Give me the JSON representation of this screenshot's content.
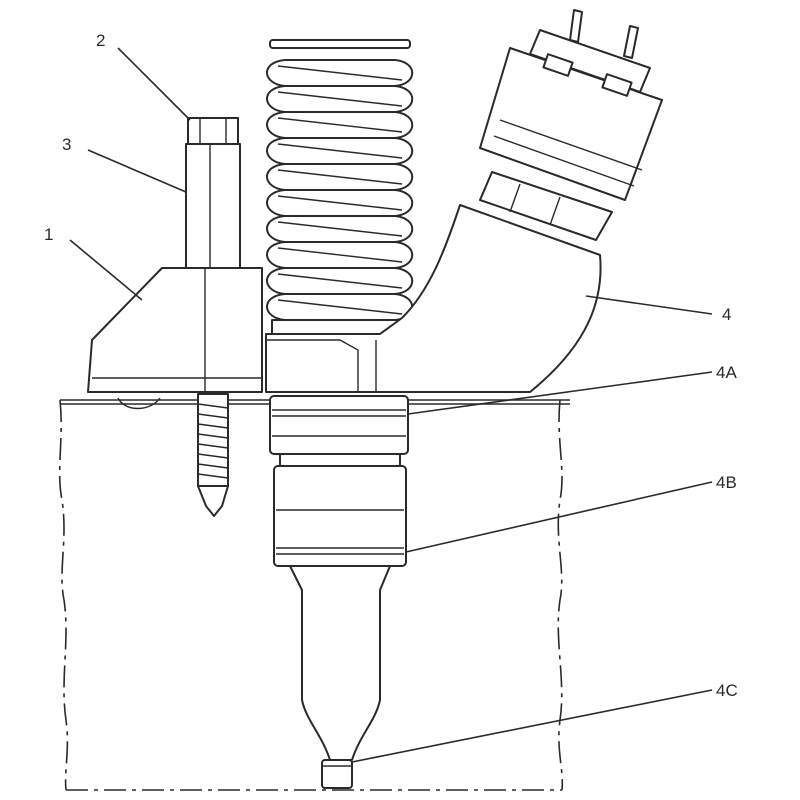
{
  "callouts": {
    "c1": "1",
    "c2": "2",
    "c3": "3",
    "c4": "4",
    "c4a": "4A",
    "c4b": "4B",
    "c4c": "4C"
  },
  "colors": {
    "line": "#2a2a2a",
    "background": "#ffffff"
  }
}
